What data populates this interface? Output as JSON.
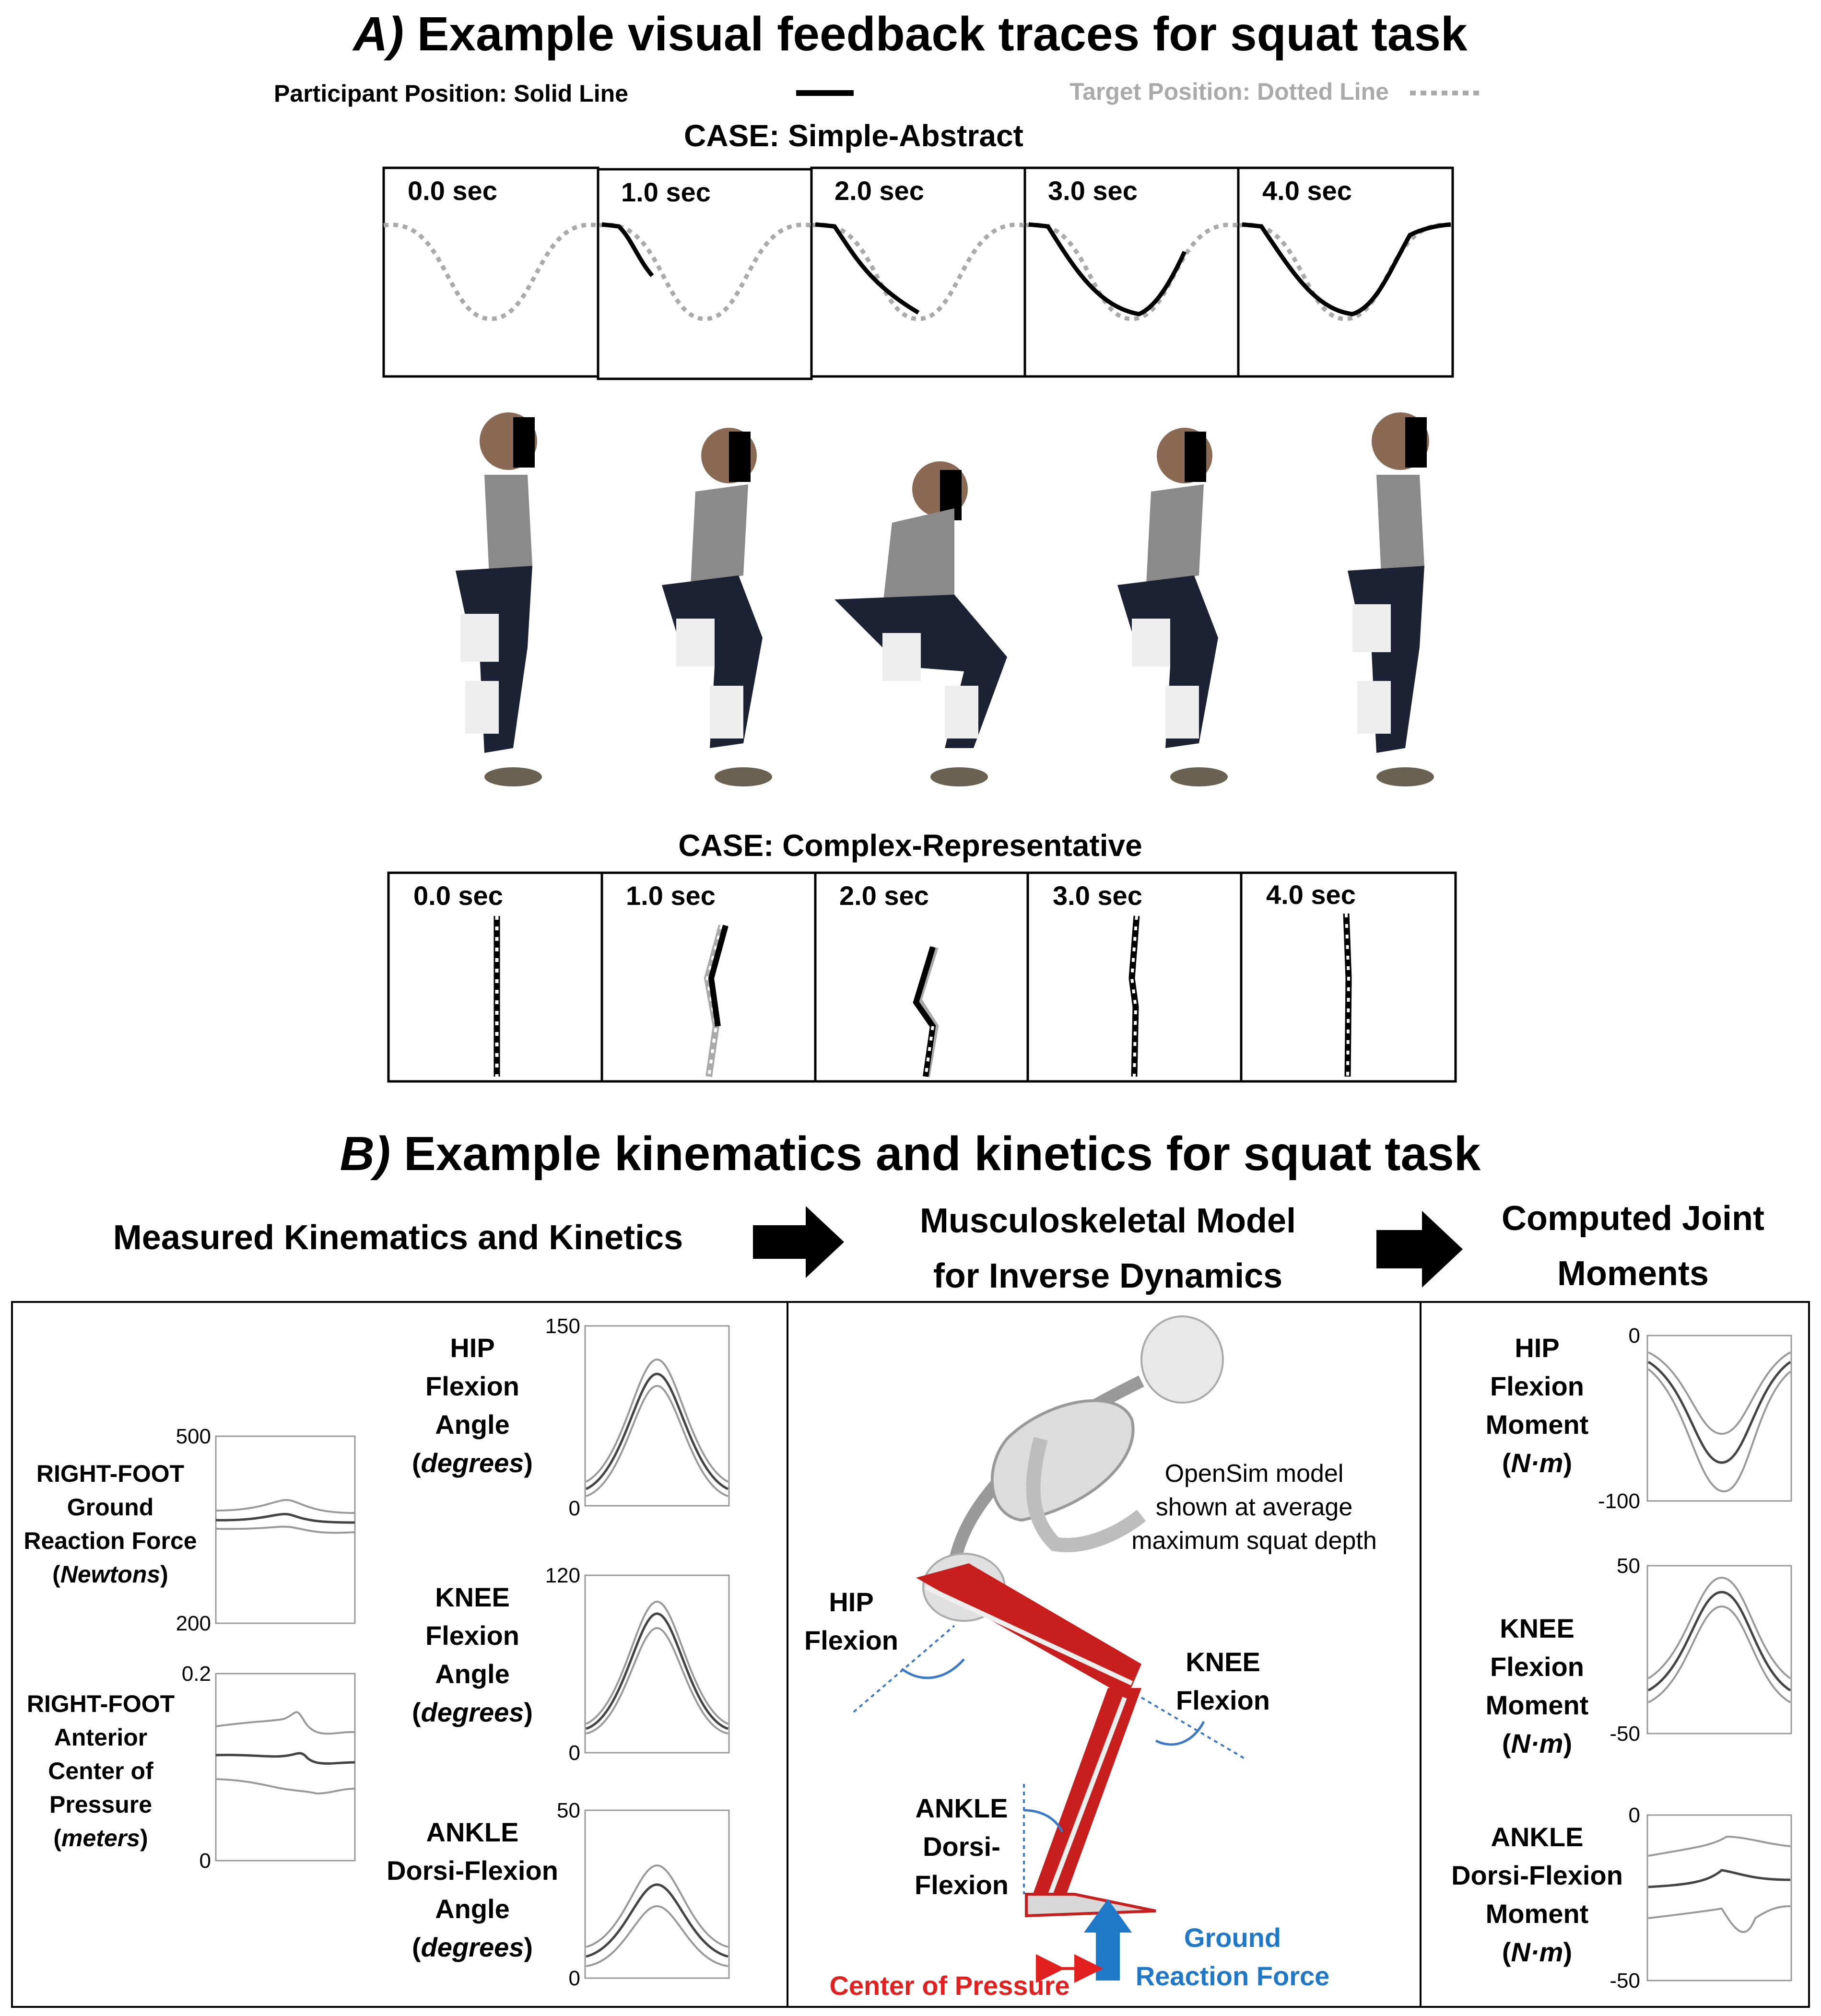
{
  "partA": {
    "title_prefix": "A)",
    "title": "Example visual feedback traces for squat task",
    "legend_participant": "Participant Position: Solid Line",
    "legend_target": "Target Position: Dotted Line",
    "case1": "CASE: Simple-Abstract",
    "case2": "CASE: Complex-Representative",
    "times": [
      "0.0 sec",
      "1.0 sec",
      "2.0 sec",
      "3.0 sec",
      "4.0 sec"
    ]
  },
  "partB": {
    "title_prefix": "B)",
    "title": "Example kinematics and kinetics for squat task",
    "col1": "Measured Kinematics and Kinetics",
    "col2_l1": "Musculoskeletal Model",
    "col2_l2": "for Inverse Dynamics",
    "col3_l1": "Computed Joint",
    "col3_l2": "Moments",
    "grf": {
      "l1": "RIGHT-FOOT",
      "l2": "Ground",
      "l3": "Reaction Force",
      "unit": "Newtons",
      "ymax": "500",
      "ymin": "200"
    },
    "cop": {
      "l1": "RIGHT-FOOT",
      "l2": "Anterior",
      "l3": "Center of",
      "l4": "Pressure",
      "unit": "meters",
      "ymax": "0.2",
      "ymin": "0"
    },
    "hip_angle": {
      "l1": "HIP",
      "l2": "Flexion",
      "l3": "Angle",
      "unit": "degrees",
      "ymax": "150",
      "ymin": "0"
    },
    "knee_angle": {
      "l1": "KNEE",
      "l2": "Flexion",
      "l3": "Angle",
      "unit": "degrees",
      "ymax": "120",
      "ymin": "0"
    },
    "ankle_angle": {
      "l1": "ANKLE",
      "l2": "Dorsi-Flexion",
      "l3": "Angle",
      "unit": "degrees",
      "ymax": "50",
      "ymin": "0"
    },
    "model": {
      "note1": "OpenSim model",
      "note2": "shown at average",
      "note3": "maximum squat depth",
      "hip1": "HIP",
      "hip2": "Flexion",
      "knee1": "KNEE",
      "knee2": "Flexion",
      "ankle1": "ANKLE",
      "ankle2": "Dorsi-",
      "ankle3": "Flexion",
      "cop": "Center of Pressure",
      "grf1": "Ground",
      "grf2": "Reaction Force"
    },
    "hip_moment": {
      "l1": "HIP",
      "l2": "Flexion",
      "l3": "Moment",
      "unit": "N·m",
      "ymax": "0",
      "ymin": "-100"
    },
    "knee_moment": {
      "l1": "KNEE",
      "l2": "Flexion",
      "l3": "Moment",
      "unit": "N·m",
      "ymax": "50",
      "ymin": "-50"
    },
    "ankle_moment": {
      "l1": "ANKLE",
      "l2": "Dorsi-Flexion",
      "l3": "Moment",
      "unit": "N·m",
      "ymax": "0",
      "ymin": "-50"
    }
  },
  "colors": {
    "participant": "#000000",
    "target": "#aaaaaa",
    "muscle": "#c81e1e",
    "cop": "#e32020",
    "grf": "#1f78c8",
    "angle_arc": "#3a78c8"
  }
}
